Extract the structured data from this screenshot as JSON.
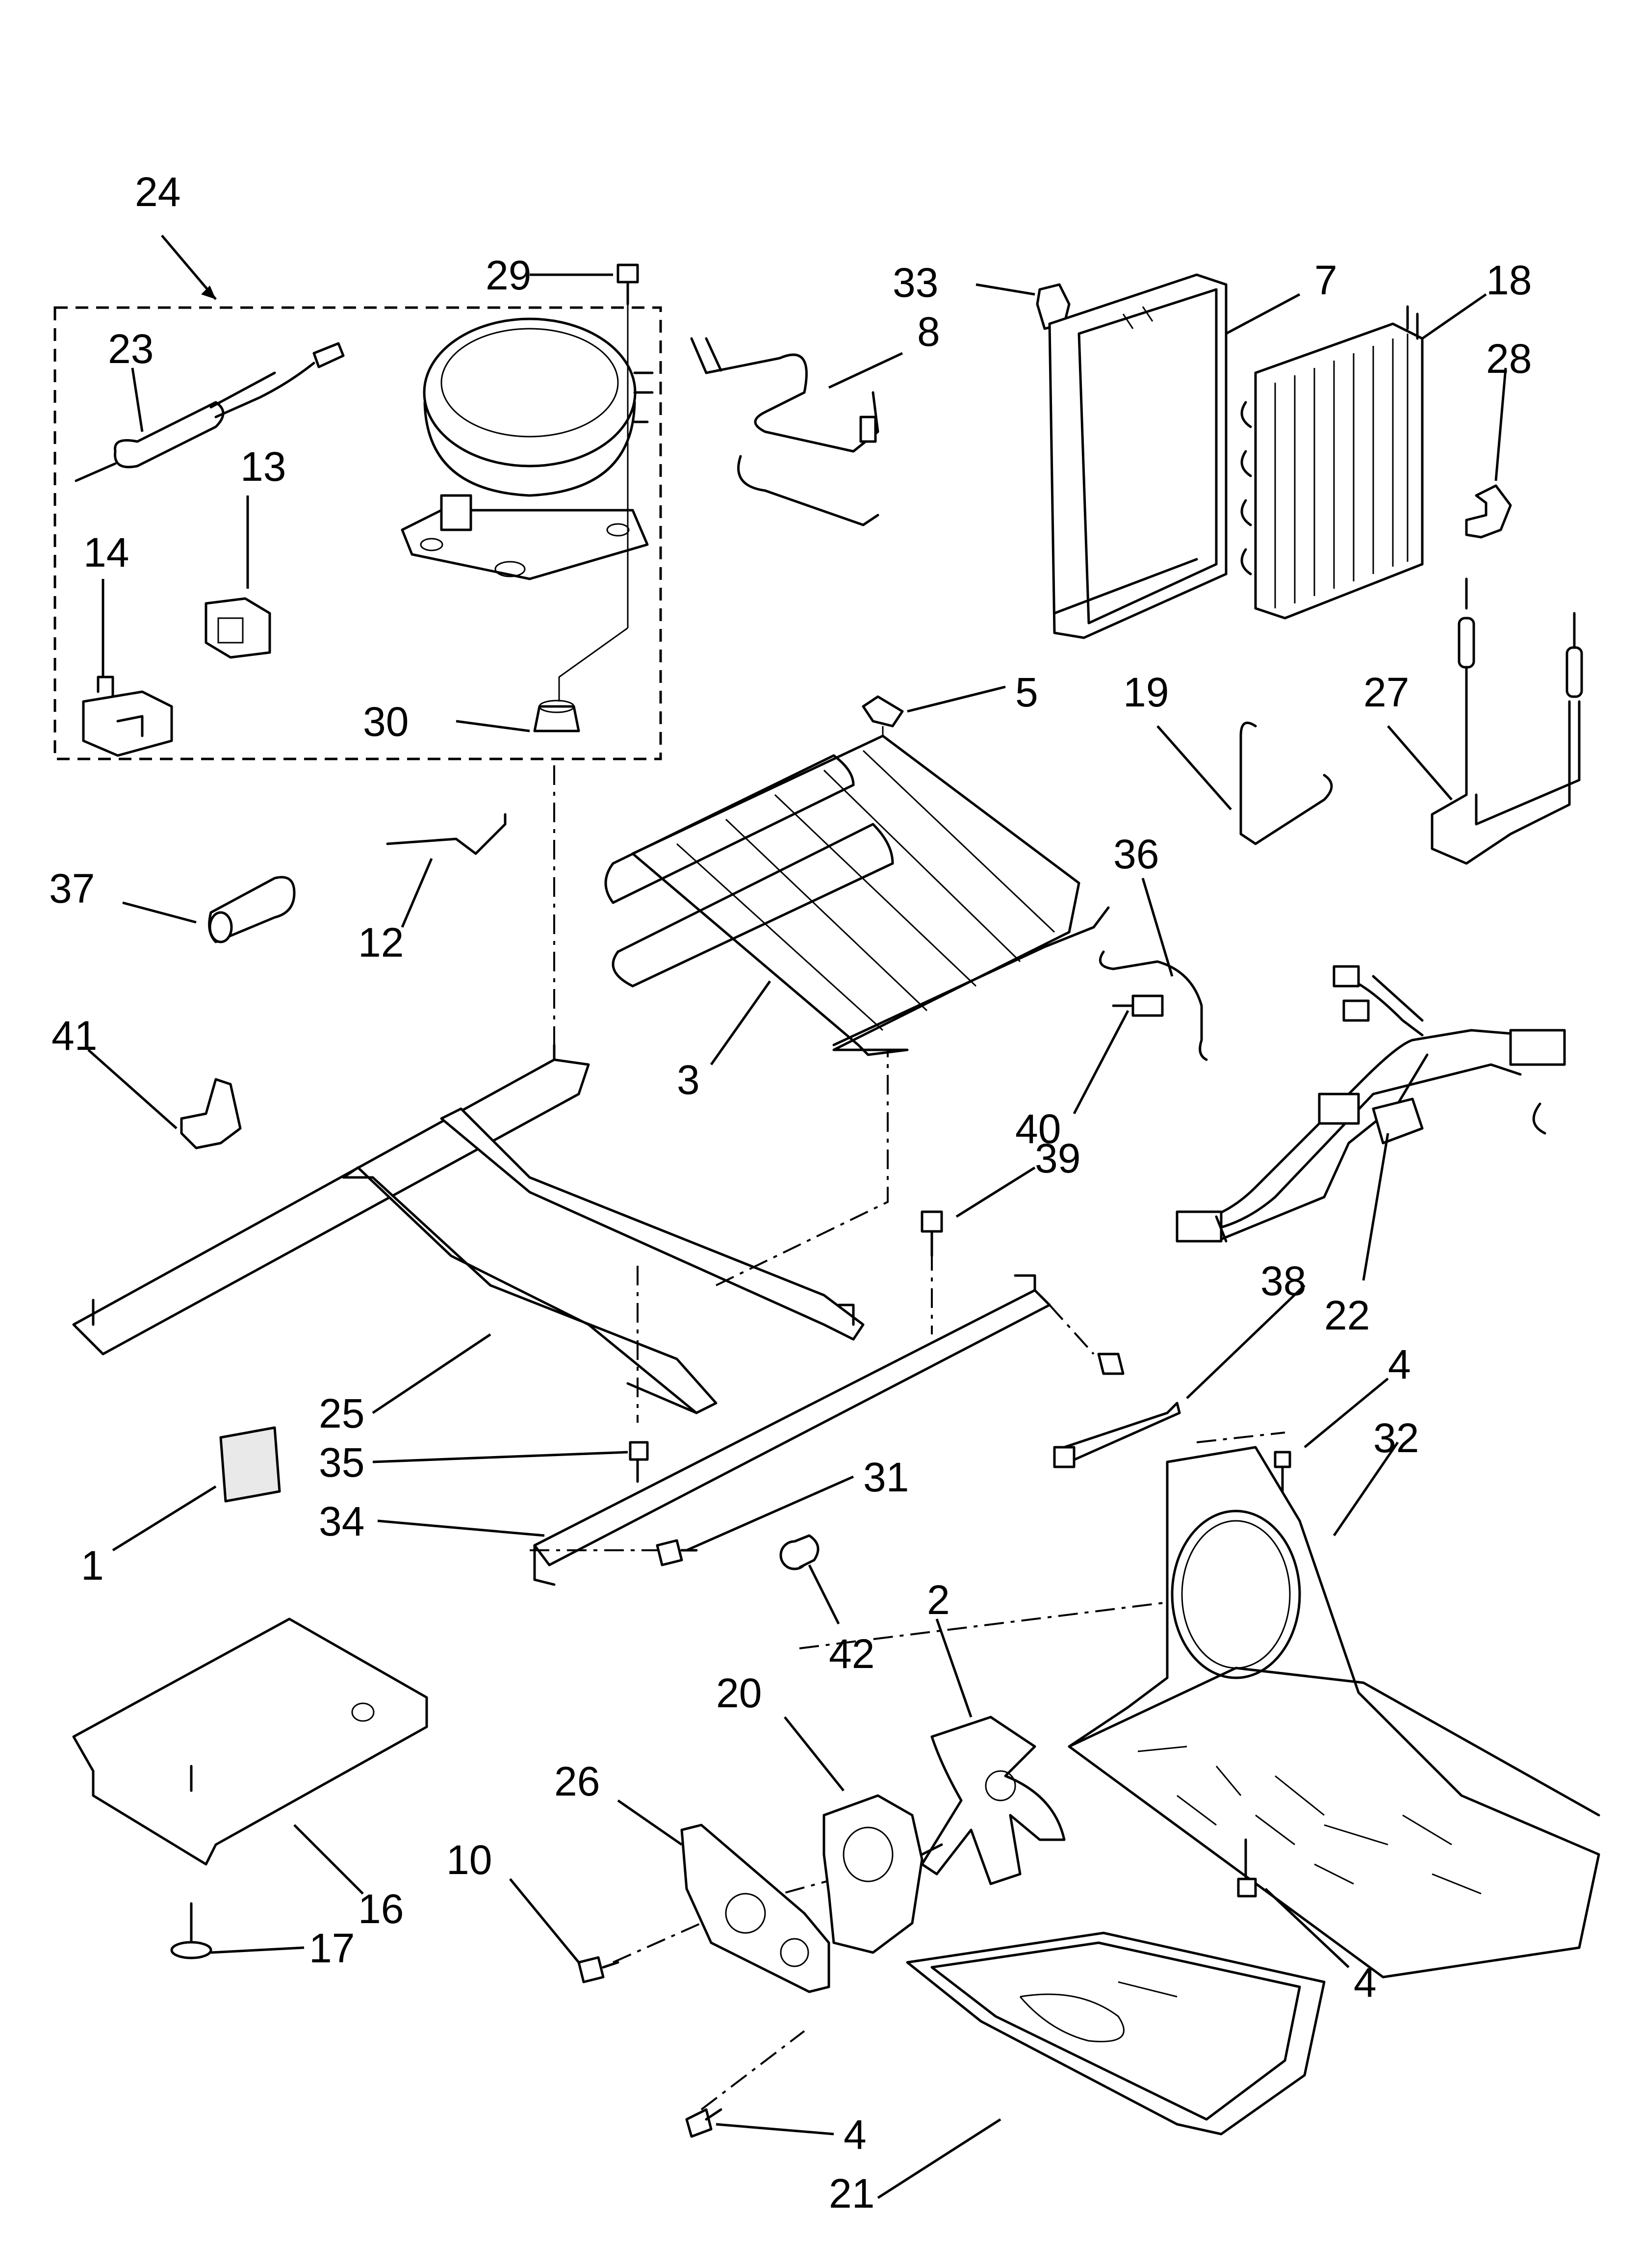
{
  "callouts": [
    {
      "id": "c24",
      "text": "24"
    },
    {
      "id": "c29",
      "text": "29"
    },
    {
      "id": "c23",
      "text": "23"
    },
    {
      "id": "c13",
      "text": "13"
    },
    {
      "id": "c14",
      "text": "14"
    },
    {
      "id": "c30",
      "text": "30"
    },
    {
      "id": "c33",
      "text": "33"
    },
    {
      "id": "c8",
      "text": "8"
    },
    {
      "id": "c7",
      "text": "7"
    },
    {
      "id": "c18",
      "text": "18"
    },
    {
      "id": "c28",
      "text": "28"
    },
    {
      "id": "c5",
      "text": "5"
    },
    {
      "id": "c19",
      "text": "19"
    },
    {
      "id": "c27",
      "text": "27"
    },
    {
      "id": "c36",
      "text": "36"
    },
    {
      "id": "c37",
      "text": "37"
    },
    {
      "id": "c12",
      "text": "12"
    },
    {
      "id": "c3",
      "text": "3"
    },
    {
      "id": "c40",
      "text": "40"
    },
    {
      "id": "c41",
      "text": "41"
    },
    {
      "id": "c39",
      "text": "39"
    },
    {
      "id": "c22",
      "text": "22"
    },
    {
      "id": "c38",
      "text": "38"
    },
    {
      "id": "c25",
      "text": "25"
    },
    {
      "id": "c35",
      "text": "35"
    },
    {
      "id": "c4a",
      "text": "4"
    },
    {
      "id": "c32",
      "text": "32"
    },
    {
      "id": "c31",
      "text": "31"
    },
    {
      "id": "c34",
      "text": "34"
    },
    {
      "id": "c1",
      "text": "1"
    },
    {
      "id": "c42",
      "text": "42"
    },
    {
      "id": "c2",
      "text": "2"
    },
    {
      "id": "c20",
      "text": "20"
    },
    {
      "id": "c26",
      "text": "26"
    },
    {
      "id": "c10",
      "text": "10"
    },
    {
      "id": "c16",
      "text": "16"
    },
    {
      "id": "c17",
      "text": "17"
    },
    {
      "id": "c4b",
      "text": "4"
    },
    {
      "id": "c4c",
      "text": "4"
    },
    {
      "id": "c21",
      "text": "21"
    }
  ]
}
